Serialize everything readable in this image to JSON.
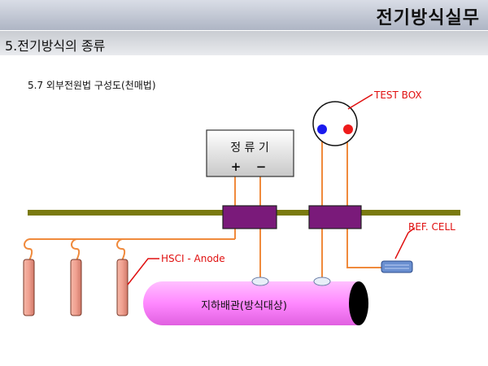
{
  "header": {
    "title": "전기방식실무"
  },
  "section": {
    "title": "5.전기방식의 종류"
  },
  "diagram": {
    "subtitle": "5.7 외부전원법 구성도(천매법)",
    "rectifier": {
      "label": "정 류 기",
      "plus": "+",
      "minus": "−"
    },
    "test_box_label": "TEST BOX",
    "ref_cell_label": "REF. CELL",
    "anode_label": "HSCI - Anode",
    "pipe_label": "지하배관(방식대상)",
    "colors": {
      "ground_line": "#7a7a10",
      "junction_box": "#7a1a7a",
      "wire": "#f08a3c",
      "pipe": "#ff88ff",
      "anode": "#f0a090",
      "annotation": "#e01010"
    }
  }
}
